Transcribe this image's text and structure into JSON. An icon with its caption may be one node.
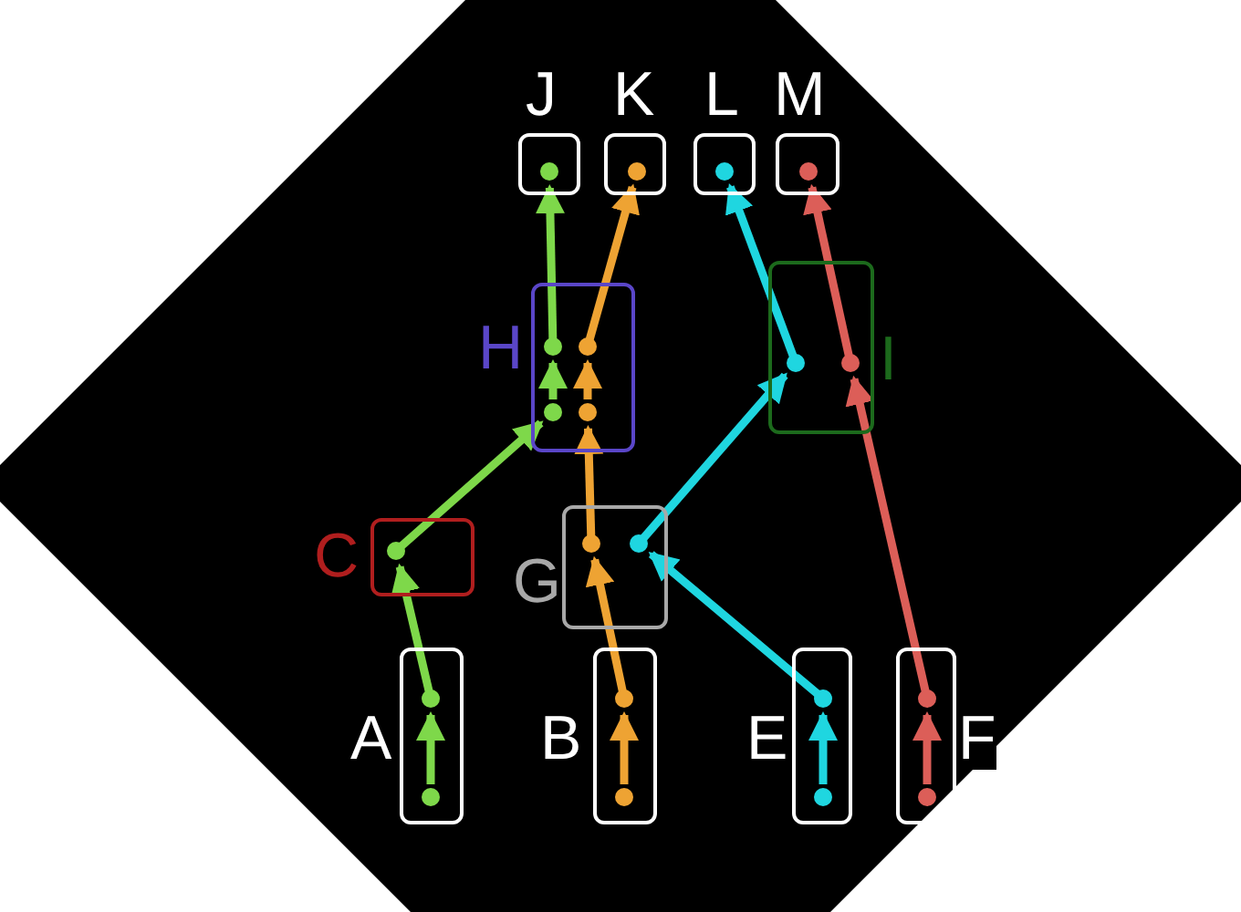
{
  "diagram": {
    "nodes": [
      {
        "text": [
          "J"
        ]
      },
      {
        "text": [
          "K"
        ]
      },
      {
        "text": [
          "L"
        ]
      },
      {
        "text": [
          "M"
        ]
      },
      {
        "text": [
          "H"
        ]
      },
      {
        "text": [
          "I"
        ]
      },
      {
        "text": [
          "C"
        ]
      },
      {
        "text": [
          "G"
        ]
      },
      {
        "text": [
          "A"
        ]
      },
      {
        "text": [
          "B"
        ]
      },
      {
        "text": [
          "E"
        ]
      },
      {
        "text": [
          "F"
        ]
      }
    ],
    "edges": [
      {
        "from": 8,
        "to": 6,
        "arrow": "to",
        "color": "#7ed84a"
      },
      {
        "from": 6,
        "to": 4,
        "arrow": "to",
        "color": "#7ed84a"
      },
      {
        "from": 4,
        "to": 0,
        "arrow": "to",
        "color": "#7ed84a"
      },
      {
        "from": 9,
        "to": 7,
        "arrow": "to",
        "color": "#eea333"
      },
      {
        "from": 7,
        "to": 4,
        "arrow": "to",
        "color": "#eea333"
      },
      {
        "from": 4,
        "to": 1,
        "arrow": "to",
        "color": "#eea333"
      },
      {
        "from": 10,
        "to": 7,
        "arrow": "to",
        "color": "#1fd6e0"
      },
      {
        "from": 7,
        "to": 5,
        "arrow": "to",
        "color": "#1fd6e0"
      },
      {
        "from": 5,
        "to": 2,
        "arrow": "to",
        "color": "#1fd6e0"
      },
      {
        "from": 11,
        "to": 5,
        "arrow": "to",
        "color": "#dc5e58"
      },
      {
        "from": 5,
        "to": 3,
        "arrow": "to",
        "color": "#dc5e58"
      }
    ]
  }
}
